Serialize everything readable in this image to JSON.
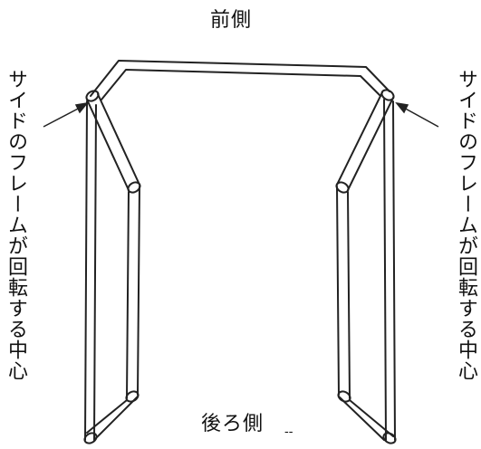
{
  "labels": {
    "front": "前側",
    "back": "後ろ側",
    "back_dash": "--",
    "left_side": "サイドのフレームが回転する中心",
    "right_side": "サイドのフレームが回転する中心"
  },
  "colors": {
    "line": "#222222",
    "background": "#ffffff"
  }
}
